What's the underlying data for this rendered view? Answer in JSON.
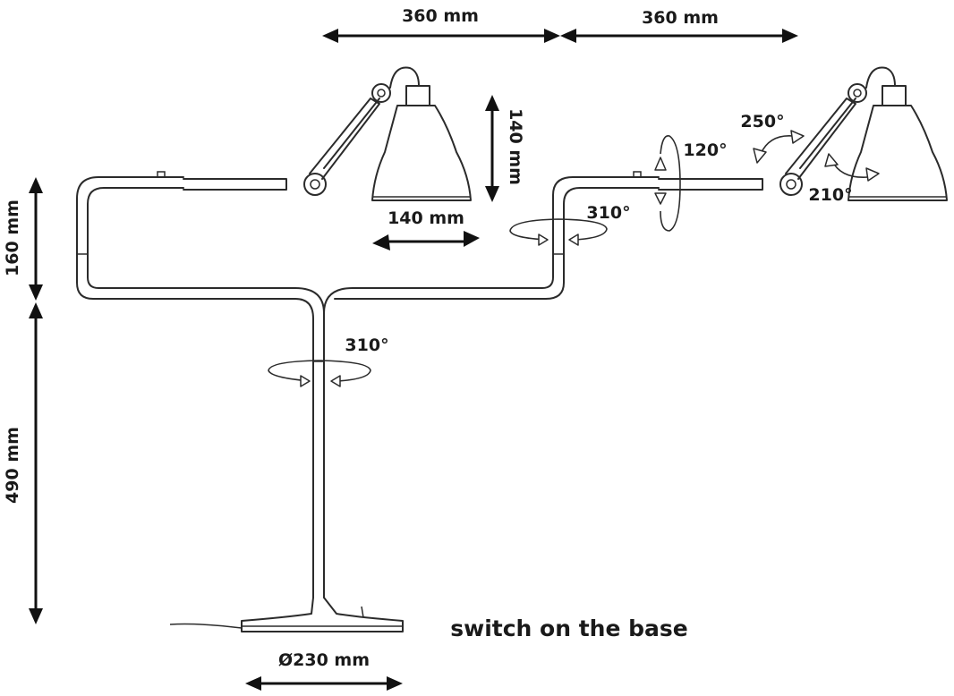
{
  "labels": {
    "arm_left": "360 mm",
    "arm_right": "360 mm",
    "shade_height": "140 mm",
    "shade_width": "140 mm",
    "height_upper": "160 mm",
    "height_lower": "490 mm",
    "base_diameter": "Ø230 mm",
    "rot_stem": "310°",
    "rot_right_joint": "310°",
    "rot_vertical": "120°",
    "rot_upper_arm": "250°",
    "rot_shade": "210°",
    "switch_note": "switch on the base"
  }
}
